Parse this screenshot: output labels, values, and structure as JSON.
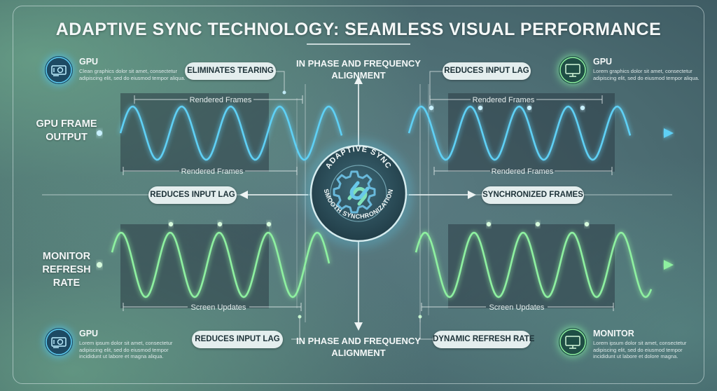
{
  "title": "ADAPTIVE SYNC TECHNOLOGY: SEAMLESS VISUAL PERFORMANCE",
  "labels": {
    "gpu_frame_output": "GPU FRAME OUTPUT",
    "monitor_refresh_rate": "MONITOR REFRESH RATE",
    "phase_top": "IN PHASE AND FREQUENCY ALIGNMENT",
    "phase_bottom": "IN PHASE AND FREQUENCY ALIGNMENT",
    "rendered_frames": "Rendered Frames",
    "screen_updates": "Screen Updates"
  },
  "pills": {
    "eliminates_tearing": "ELIMINATES TEARING",
    "reduces_input_lag_top": "REDUCES INPUT LAG",
    "reduces_input_lag_mid": "REDUCES INPUT LAG",
    "synchronized_frames": "SYNCHRONIZED FRAMES",
    "reduces_input_lag_bottom": "REDUCES INPUT LAG",
    "dynamic_refresh_rate": "DYNAMIC REFRESH RATE"
  },
  "badge": {
    "top_text": "ADAPTIVE SYNC",
    "bottom_text": "SMOOTH SYNCHRONIZATION"
  },
  "cards": {
    "top_left": {
      "title": "GPU",
      "body": "Clean graphics dolor sit amet, consectetur adipiscing elit, sed do eiusmod tempor aliqua.",
      "icon": "gpu-card-icon"
    },
    "top_right": {
      "title": "GPU",
      "body": "Lorem graphics dolor sit amet, consectetur adipiscing elit, sed do eiusmod tempor aliqua.",
      "icon": "monitor-icon"
    },
    "bottom_left": {
      "title": "GPU",
      "body": "Lorem ipsum dolor sit amet, consectetur adipiscing elit, sed do eiusmod tempor incididunt ut labore et magna aliqua.",
      "icon": "gpu-card-icon"
    },
    "bottom_right": {
      "title": "MONITOR",
      "body": "Lorem ipsum dolor sit amet, consectetur adipiscing elit, sed do eiusmod tempor incididunt ut labore et dolore magna.",
      "icon": "monitor-icon"
    }
  },
  "colors": {
    "gpu_wave": "#5fd0f5",
    "monitor_wave": "#8ef0a0",
    "pill_bg": "#e4eeee",
    "pill_text": "#1d3238"
  }
}
